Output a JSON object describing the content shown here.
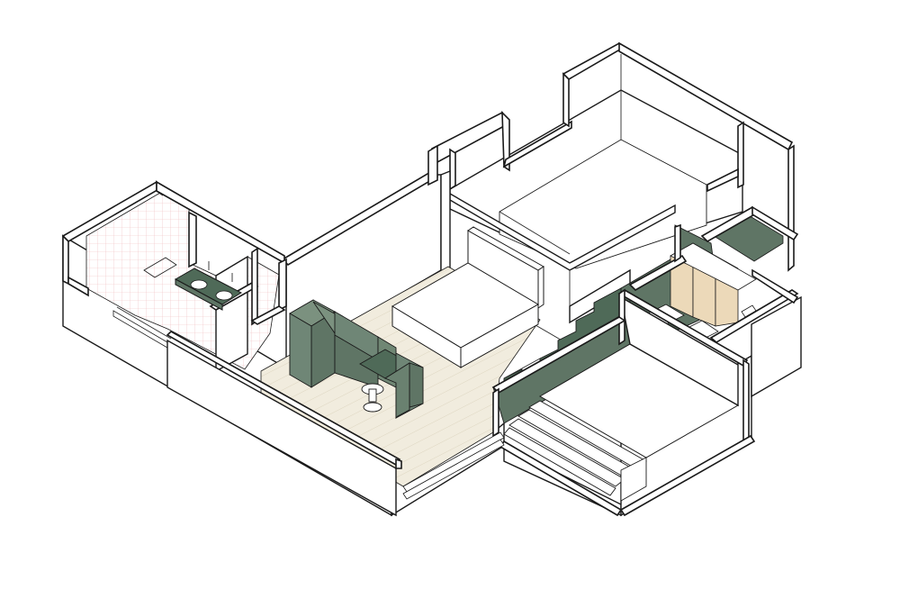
{
  "drawing": {
    "kind": "isometric cutaway floor plan",
    "colors": {
      "background": "#ffffff",
      "line": "#1a1a1a",
      "green_dark": "#5f7565",
      "green_mid": "#6f8676",
      "green_top": "#4f6a58",
      "floor_wood": "#efeadb",
      "floor_line": "#d9d1bb",
      "tile_pink": "#f3c9cc",
      "cabinet_wood": "#ecd9b9",
      "bed_white": "#ffffff"
    },
    "elements": {
      "bathroom": "bathroom-area",
      "double_vanity": "double-vanity",
      "bedroom": "bedroom-area",
      "bed": "bed",
      "sofa": "green-sofa",
      "side_table": "side-table",
      "stool": "round-stool",
      "stair": "green-stair",
      "wardrobe": "wardrobe-cabinets",
      "terrace_steps": "terrace-steps",
      "upper_room": "upper-room"
    }
  }
}
